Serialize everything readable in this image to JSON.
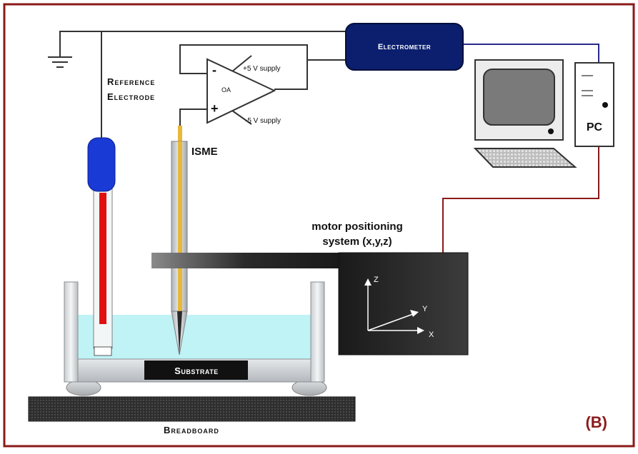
{
  "figure": {
    "panel_label": "(B)",
    "frame_color": "#8b1a1a"
  },
  "labels": {
    "reference_electrode_line1": "Reference",
    "reference_electrode_line2": "Electrode",
    "electrometer": "Electrometer",
    "opamp": "OA",
    "opamp_minus": "-",
    "opamp_plus": "+",
    "supply_positive": "+5 V supply",
    "supply_negative": "-5 V supply",
    "isme": "ISME",
    "motor_line1": "motor positioning",
    "motor_line2": "system (x,y,z)",
    "axis_z": "Z",
    "axis_y": "Y",
    "axis_x": "X",
    "pc": "PC",
    "substrate": "Substrate",
    "breadboard": "Breadboard"
  },
  "colors": {
    "wire_dark": "#333333",
    "wire_blue": "#2a2a8a",
    "wire_red": "#8b1a1a",
    "electrometer_fill": "#0b1f6e",
    "electrode_cap": "#1a3ad6",
    "electrode_core": "#e01010",
    "solution": "#bff3f5",
    "isme_gold": "#e8b838"
  },
  "icons": {
    "ground": "ground-symbol-icon",
    "opamp": "op-amp-triangle-icon",
    "computer": "desktop-computer-icon",
    "axes": "xyz-axes-icon"
  }
}
